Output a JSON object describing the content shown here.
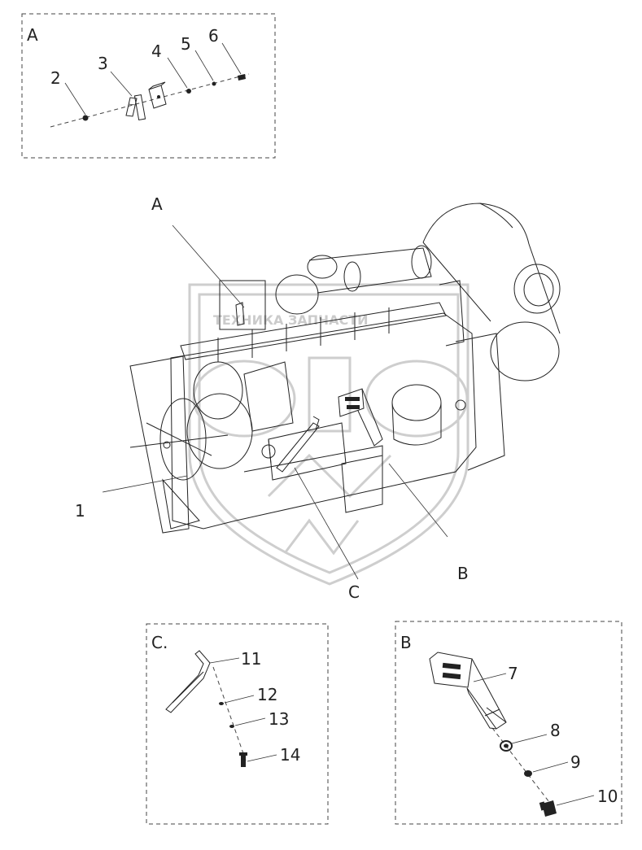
{
  "detail_a": {
    "title": "A",
    "parts": [
      "2",
      "3",
      "4",
      "5",
      "6"
    ]
  },
  "detail_c": {
    "title": "C.",
    "parts": [
      "11",
      "12",
      "13",
      "14"
    ]
  },
  "detail_b": {
    "title": "B",
    "parts": [
      "7",
      "8",
      "9",
      "10"
    ]
  },
  "main_view": {
    "callouts": [
      "A",
      "1",
      "B",
      "C"
    ]
  },
  "watermark": {
    "text": "ТЕХНИКА ЗАПЧАСТИ",
    "logo_letters": "ЭЛФ"
  }
}
